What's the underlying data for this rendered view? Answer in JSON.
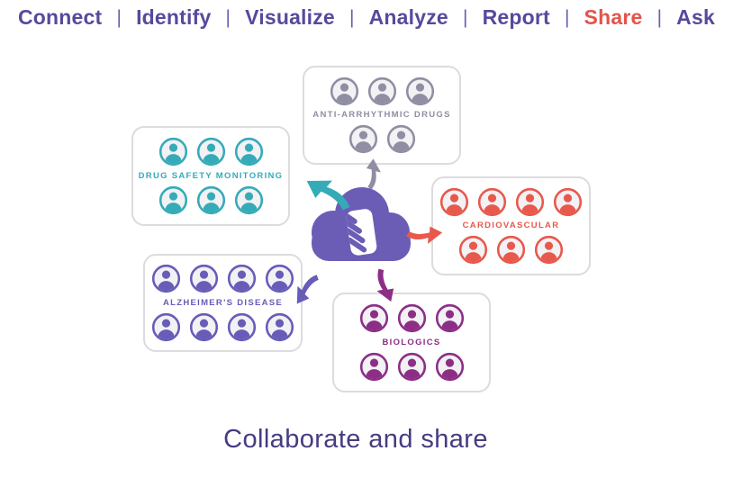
{
  "nav": {
    "separator": "|",
    "items": [
      {
        "label": "Connect",
        "active": false
      },
      {
        "label": "Identify",
        "active": false
      },
      {
        "label": "Visualize",
        "active": false
      },
      {
        "label": "Analyze",
        "active": false
      },
      {
        "label": "Report",
        "active": false
      },
      {
        "label": "Share",
        "active": true
      },
      {
        "label": "Ask",
        "active": false
      }
    ],
    "colors": {
      "default": "#564a9c",
      "active": "#e4544a"
    }
  },
  "diagram": {
    "hub_icon": "cloud-document-icon",
    "hub_color": "#6b5db6",
    "groups": [
      {
        "id": "anti-arrhythmic-drugs",
        "label": "ANTI-ARRHYTHMIC DRUGS",
        "color": "#908ea2",
        "rows": [
          3,
          2
        ]
      },
      {
        "id": "drug-safety-monitoring",
        "label": "DRUG SAFETY MONITORING",
        "color": "#35abb8",
        "rows": [
          3,
          3
        ]
      },
      {
        "id": "cardiovascular",
        "label": "CARDIOVASCULAR",
        "color": "#e8584c",
        "rows": [
          4,
          3
        ]
      },
      {
        "id": "alzheimers-disease",
        "label": "ALZHEIMER'S DISEASE",
        "color": "#675cb8",
        "rows": [
          4,
          4
        ]
      },
      {
        "id": "biologics",
        "label": "BIOLOGICS",
        "color": "#8c2e86",
        "rows": [
          3,
          3
        ]
      }
    ]
  },
  "caption": "Collaborate and share"
}
